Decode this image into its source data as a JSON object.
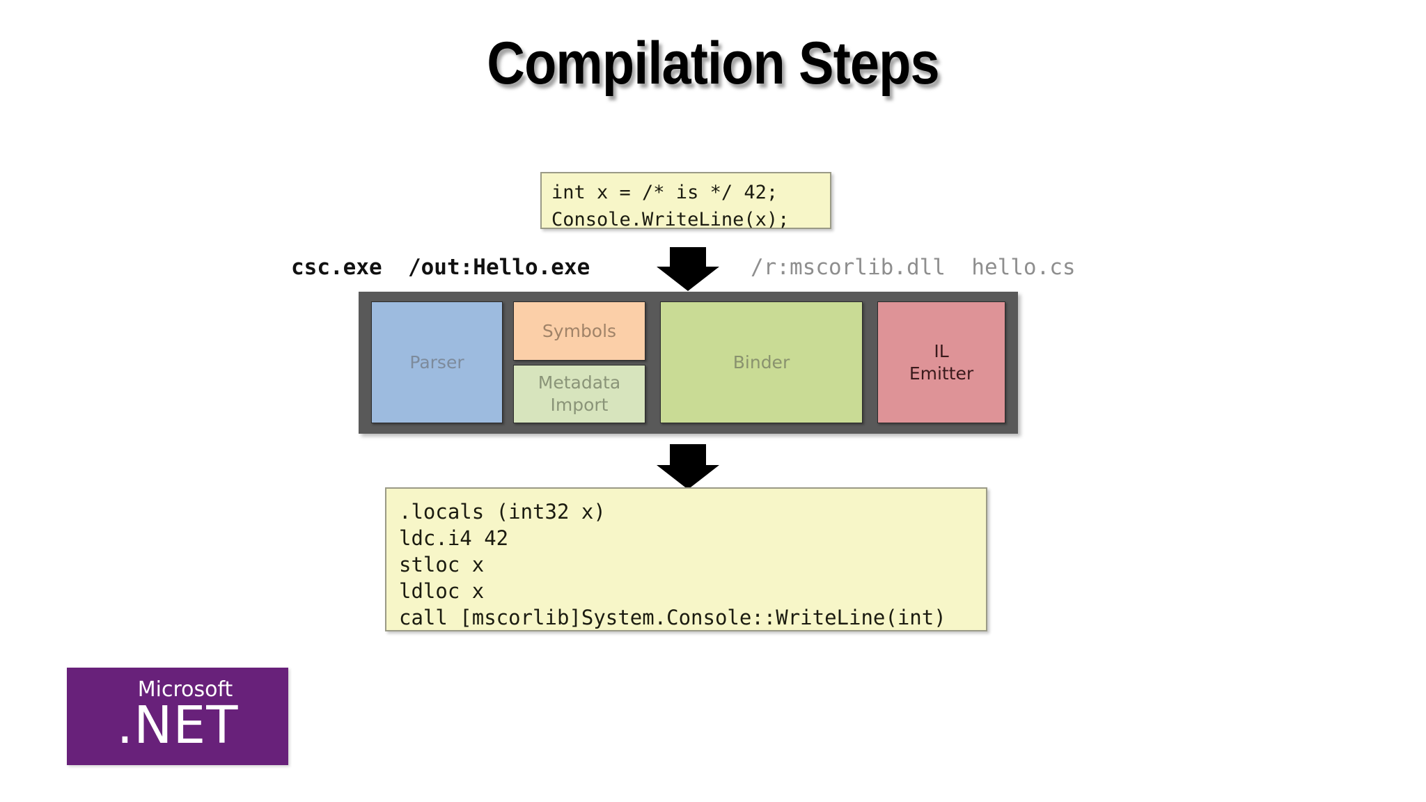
{
  "slide": {
    "title": "Compilation Steps",
    "background_color": "#ffffff"
  },
  "source_code": {
    "name": "source-code-box",
    "background_color": "#F7F6C8",
    "lines": [
      "int x = /* is */ 42;",
      "Console.WriteLine(x);"
    ]
  },
  "command_line": {
    "left_text": "csc.exe  /out:Hello.exe",
    "right_text": "/r:mscorlib.dll  hello.cs",
    "left_color": "#111111",
    "right_color": "#8e8e8e"
  },
  "pipeline": {
    "frame_color": "#595959",
    "stages": [
      {
        "label": "Parser",
        "color": "#9DBBDF",
        "text_color": "#7d8b9c"
      },
      {
        "label": "Symbols",
        "color": "#FBCFA8",
        "text_color": "#a08368"
      },
      {
        "label": "Metadata\nImport",
        "color": "#D7E4BD",
        "text_color": "#8a9478",
        "line1": "Metadata",
        "line2": "Import"
      },
      {
        "label": "Binder",
        "color": "#C9DB95",
        "text_color": "#89926e"
      },
      {
        "label": "IL\nEmitter",
        "color": "#DE9397",
        "text_color": "#3a1a1c",
        "line1": "IL",
        "line2": "Emitter"
      }
    ]
  },
  "il_code": {
    "name": "il-code-box",
    "background_color": "#F7F6C8",
    "lines": [
      ".locals (int32 x)",
      "ldc.i4 42",
      "stloc x",
      "ldloc x",
      "call [mscorlib]System.Console::WriteLine(int)"
    ]
  },
  "arrows": [
    {
      "name": "arrow-source-to-pipeline",
      "direction": "down",
      "color": "#000000"
    },
    {
      "name": "arrow-pipeline-to-il",
      "direction": "down",
      "color": "#000000"
    }
  ],
  "logo": {
    "brand": "Microsoft",
    "product": ".NET",
    "background_color": "#68217A",
    "text_color": "#ffffff"
  }
}
